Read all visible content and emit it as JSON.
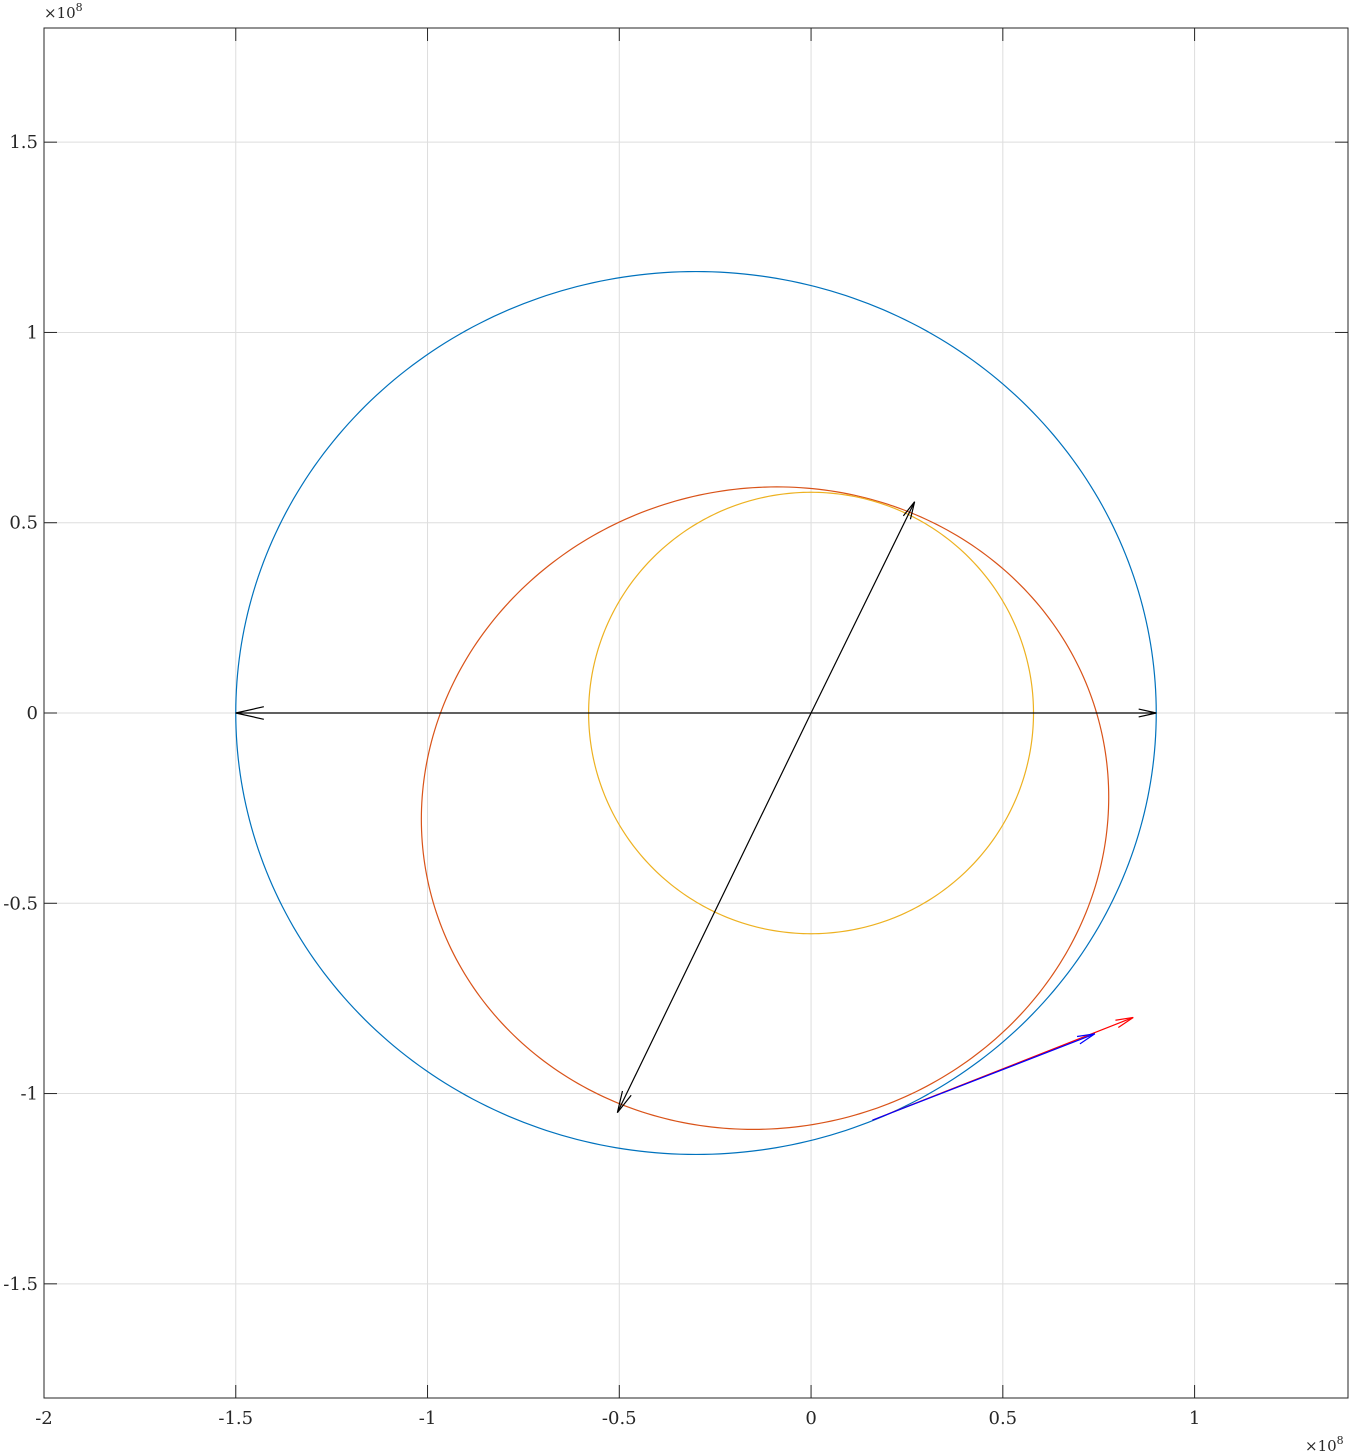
{
  "chart_data": {
    "type": "line",
    "title": "",
    "xlabel": "",
    "ylabel": "",
    "xlim": [
      -2.0,
      1.4
    ],
    "ylim": [
      -1.8,
      1.8
    ],
    "grid": true,
    "x_exponent_label": "×10",
    "x_exponent_power": "8",
    "y_exponent_label": "×10",
    "y_exponent_power": "8",
    "x_ticks": [
      -2,
      -1.5,
      -1,
      -0.5,
      0,
      0.5,
      1
    ],
    "x_tick_labels": [
      "-2",
      "-1.5",
      "-1",
      "-0.5",
      "0",
      "0.5",
      "1"
    ],
    "y_ticks": [
      -1.5,
      -1,
      -0.5,
      0,
      0.5,
      1,
      1.5
    ],
    "y_tick_labels": [
      "-1.5",
      "-1",
      "-0.5",
      "0",
      "0.5",
      "1",
      "1.5"
    ],
    "ellipses": [
      {
        "color": "#0072BD",
        "cx": -0.3,
        "cy": 0.0,
        "a": 1.2,
        "b": 1.16,
        "angle_deg": 0
      },
      {
        "color": "#D95319",
        "cx": -0.12,
        "cy": -0.25,
        "a": 0.9,
        "b": 0.84,
        "angle_deg": 15
      },
      {
        "color": "#EDB120",
        "cx": 0.0,
        "cy": 0.0,
        "a": 0.58,
        "b": 0.58,
        "angle_deg": 0
      }
    ],
    "arrows": [
      {
        "color": "#000000",
        "from": [
          0.0,
          0.0
        ],
        "to": [
          0.9,
          0.0
        ]
      },
      {
        "color": "#000000",
        "from": [
          0.0,
          0.0
        ],
        "to": [
          -1.5,
          0.0
        ]
      },
      {
        "color": "#000000",
        "from": [
          0.0,
          0.0
        ],
        "to": [
          0.27,
          0.555
        ]
      },
      {
        "color": "#000000",
        "from": [
          0.0,
          0.0
        ],
        "to": [
          -0.505,
          -1.05
        ]
      },
      {
        "color": "#FF0000",
        "from": [
          0.16,
          -1.07
        ],
        "to": [
          0.84,
          -0.8
        ]
      },
      {
        "color": "#0000FF",
        "from": [
          0.16,
          -1.07
        ],
        "to": [
          0.74,
          -0.843
        ]
      }
    ]
  }
}
